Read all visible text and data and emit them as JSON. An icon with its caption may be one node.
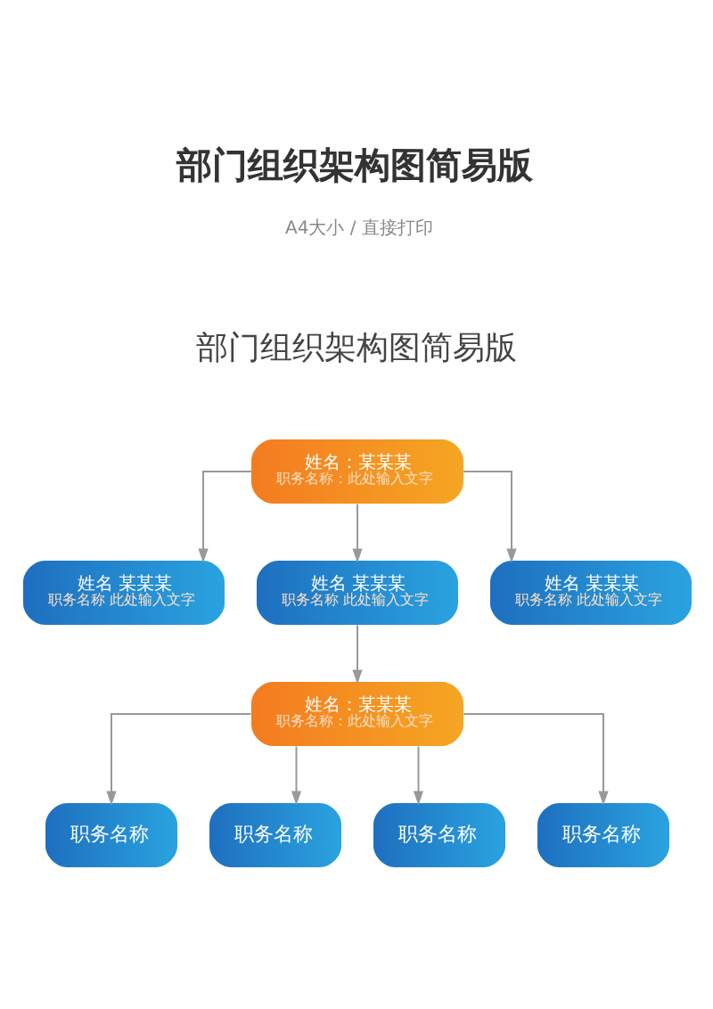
{
  "diagram": {
    "title": "部门组织架构图简易版",
    "nodes": [
      {
        "text": [
          "姓名：某某某",
          "职务名称：此处输入文字"
        ]
      },
      {
        "text": [
          "姓名 某某某",
          "职务名称 此处输入文字"
        ]
      },
      {
        "text": [
          "姓名 某某某",
          "职务名称 此处输入文字"
        ]
      },
      {
        "text": [
          "姓名 某某某",
          "职务名称 此处输入文字"
        ]
      },
      {
        "text": [
          "姓名：某某某",
          "职务名称：此处输入文字"
        ]
      },
      {
        "text": [
          "职务名称"
        ]
      },
      {
        "text": [
          "职务名称"
        ]
      },
      {
        "text": [
          "职务名称"
        ]
      },
      {
        "text": [
          "职务名称"
        ]
      }
    ],
    "edges": [
      {
        "from": 0,
        "to": 1,
        "arrow": "to"
      },
      {
        "from": 0,
        "to": 2,
        "arrow": "to"
      },
      {
        "from": 0,
        "to": 3,
        "arrow": "to"
      },
      {
        "from": 2,
        "to": 4,
        "arrow": "to"
      },
      {
        "from": 4,
        "to": 5,
        "arrow": "to"
      },
      {
        "from": 4,
        "to": 6,
        "arrow": "to"
      },
      {
        "from": 4,
        "to": 7,
        "arrow": "to"
      },
      {
        "from": 4,
        "to": 8,
        "arrow": "to"
      }
    ],
    "labels": [
      "A4大小 / 直接打印",
      "部门组织架构图简易版"
    ]
  }
}
